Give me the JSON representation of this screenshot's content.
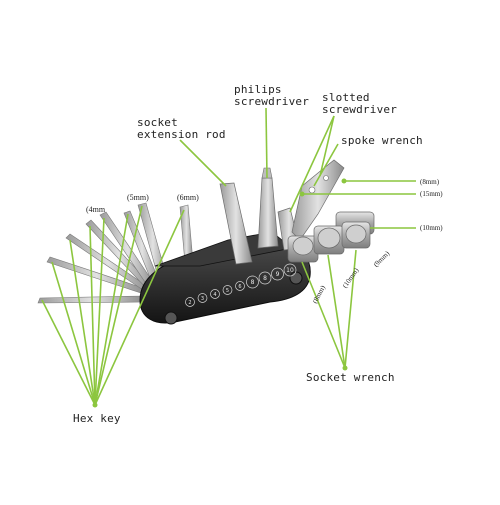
{
  "labels": {
    "socket_extension_rod": "socket\nextension rod",
    "philips_screwdriver": "philips\nscrewdriver",
    "slotted_screwdriver": "slotted\nscrewdriver",
    "spoke_wrench": "spoke wrench",
    "hex_key": "Hex key",
    "socket_wrench": "Socket wrench"
  },
  "sizes": {
    "hex_4mm": "(4mm",
    "hex_5mm": "(5mm)",
    "hex_6mm": "(6mm)",
    "spoke_8mm": "(8mm)",
    "spoke_15mm": "(15mm)",
    "socket_10mm_right": "(10mm)",
    "socket_8mm": "(8mm)",
    "socket_10mm": "(10mm)",
    "socket_9mm": "(9mm)"
  },
  "tool_markings": [
    "2",
    "3",
    "4",
    "5",
    "6",
    "8",
    "8",
    "9",
    "10"
  ],
  "colors": {
    "leader_line": "#8cc63f",
    "text": "#222222",
    "metal_light": "#c9c9c9",
    "metal_dark": "#8e8e8e",
    "body": "#2b2b2b"
  }
}
